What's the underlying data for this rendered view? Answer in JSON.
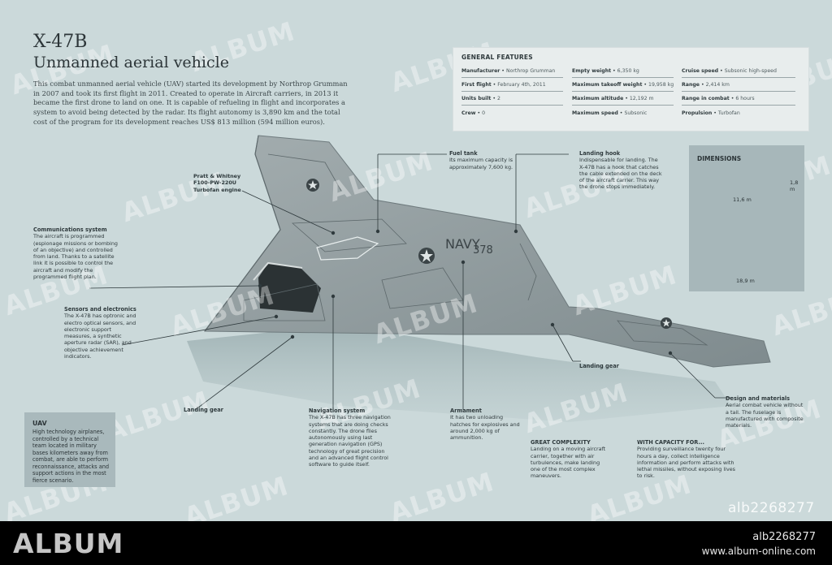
{
  "header": {
    "title": "X-47B",
    "subtitle": "Unmanned aerial vehicle",
    "intro": "This combat unmanned aerial vehicle (UAV) started its development by Northrop Grumman in 2007 and took its first flight in 2011. Created to operate in Aircraft carriers, in 2013 it became the first drone to land on one. It is capable of refueling in flight and incorporates a system to avoid being detected by the radar. Its flight autonomy is 3,890 km and the total cost of the program for its development reaches US$ 813 million (594 million euros)."
  },
  "features": {
    "title": "GENERAL FEATURES",
    "col1": [
      {
        "label": "Manufacturer",
        "value": "Northrop Grumman"
      },
      {
        "label": "First flight",
        "value": "February 4th, 2011"
      },
      {
        "label": "Units built",
        "value": "2"
      },
      {
        "label": "Crew",
        "value": "0"
      }
    ],
    "col2": [
      {
        "label": "Empty weight",
        "value": "6,350 kg"
      },
      {
        "label": "Maximum takeoff weight",
        "value": "19,958 kg"
      },
      {
        "label": "Maximum altitude",
        "value": "12,192 m"
      },
      {
        "label": "Maximum speed",
        "value": "Subsonic"
      }
    ],
    "col3": [
      {
        "label": "Cruise speed",
        "value": "Subsonic high-speed"
      },
      {
        "label": "Range",
        "value": "2,414 km"
      },
      {
        "label": "Range in combat",
        "value": "6 hours"
      },
      {
        "label": "Propulsion",
        "value": "Turbofan"
      }
    ]
  },
  "dimensions": {
    "title": "DIMENSIONS",
    "length": "11,6 m",
    "height": "1,8 m",
    "wingspan": "18,9 m"
  },
  "aircraft_marking": {
    "code": "NAVY",
    "number": "378"
  },
  "callouts": {
    "fuel_tank": {
      "title": "Fuel tank",
      "text": "Its maximum capacity is approximately 7,600 kg."
    },
    "landing_hook": {
      "title": "Landing hook",
      "text": "Indispensable for landing. The X-47B has a hook that catches the cable extended on the deck of the aircraft carrier. This way the drone stops immediately."
    },
    "engine": {
      "title": "Pratt & Whitney F100-PW-220U Turbofan engine"
    },
    "communications": {
      "title": "Communications system",
      "text": "The aircraft is programmed (espionage missions or bombing of an objective) and controlled from land. Thanks to a satellite link it is possible to control the aircraft and modify the programmed flight plan."
    },
    "sensors": {
      "title": "Sensors and electronics",
      "text": "The X-47B has optronic and electro optical sensors, and electronic support measures, a synthetic aperture radar (SAR), and objective achievement indicators."
    },
    "landing_gear_right": {
      "title": "Landing gear"
    },
    "landing_gear_left": {
      "title": "Landing gear"
    },
    "design": {
      "title": "Design and materials",
      "text": "Aerial combat vehicle without a tail. The fuselage is manufactured with composite materials."
    },
    "navigation": {
      "title": "Navigation system",
      "text": "The X-47B has three navigation systems that are doing checks constantly. The drone flies autonomously using last generation navigation (GPS) technology of great precision and an advanced flight control software to guide itself."
    },
    "armament": {
      "title": "Armament",
      "text": "It has two unloading hatches for explosives and around 2,000 kg of ammunition."
    },
    "complexity": {
      "title": "GREAT COMPLEXITY",
      "text": "Landing on a moving aircraft carrier, together with air turbulences, make landing one of the most complex maneuvers."
    },
    "capacity": {
      "title": "WITH CAPACITY FOR...",
      "text": "Providing surveillance twenty four hours a day, collect intelligence information and perform attacks with lethal missiles, without exposing lives to risk."
    }
  },
  "uav_box": {
    "title": "UAV",
    "text": "High technology airplanes, controlled by a technical team located in military bases kilometers away from combat, are able to perform reconnaissance, attacks and support actions in the most fierce scenario."
  },
  "watermark": {
    "text": "ALBUM",
    "id": "alb2268277"
  },
  "footer": {
    "logo": "ALBUM",
    "id": "alb2268277",
    "url": "www.album-online.com"
  },
  "colors": {
    "background": "#cbd9da",
    "aircraft": "#8f9a9d",
    "footer": "#000000"
  }
}
